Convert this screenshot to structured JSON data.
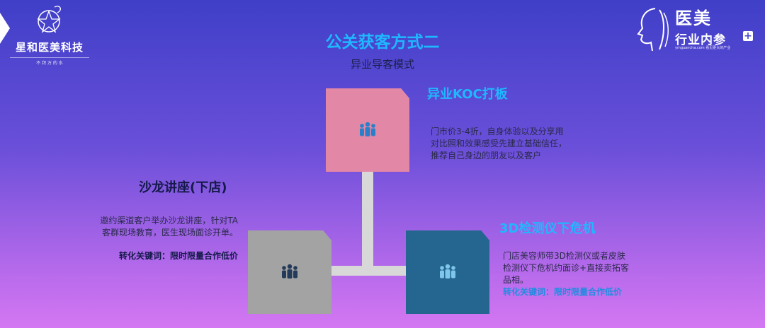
{
  "left_logo": {
    "name": "星和医美科技",
    "tagline": "不 拜 万 的 水"
  },
  "header": {
    "title": "公关获客方式二",
    "subtitle": "异业导客模式"
  },
  "right_logo": {
    "big": "医美",
    "mid": "行业内参",
    "tiny": "ymguancha.com  看见更大的产业"
  },
  "colors": {
    "title": "#1fb8ff",
    "pink": "#e387a6",
    "gray": "#a3a3a3",
    "blue": "#246690"
  },
  "blocks": {
    "koc": {
      "title": "异业KOC打板",
      "desc": "门市价3-4折，自身体验以及分享用对比照和效果感受先建立基础信任，推荐自己身边的朋友以及客户"
    },
    "salon": {
      "title": "沙龙讲座(下店)",
      "desc": "邀约渠道客户举办沙龙讲座，针对TA客群现场教育，医生现场面诊开单。",
      "keyword": "转化关键词：限时限量合作低价"
    },
    "device": {
      "title": "3D检测仪下危机",
      "desc": "门店美容师带3D检测仪或者皮肤检测仪下危机约面诊+直接卖拓客品相。",
      "keyword": "转化关键词：限时限量合作低价"
    }
  }
}
